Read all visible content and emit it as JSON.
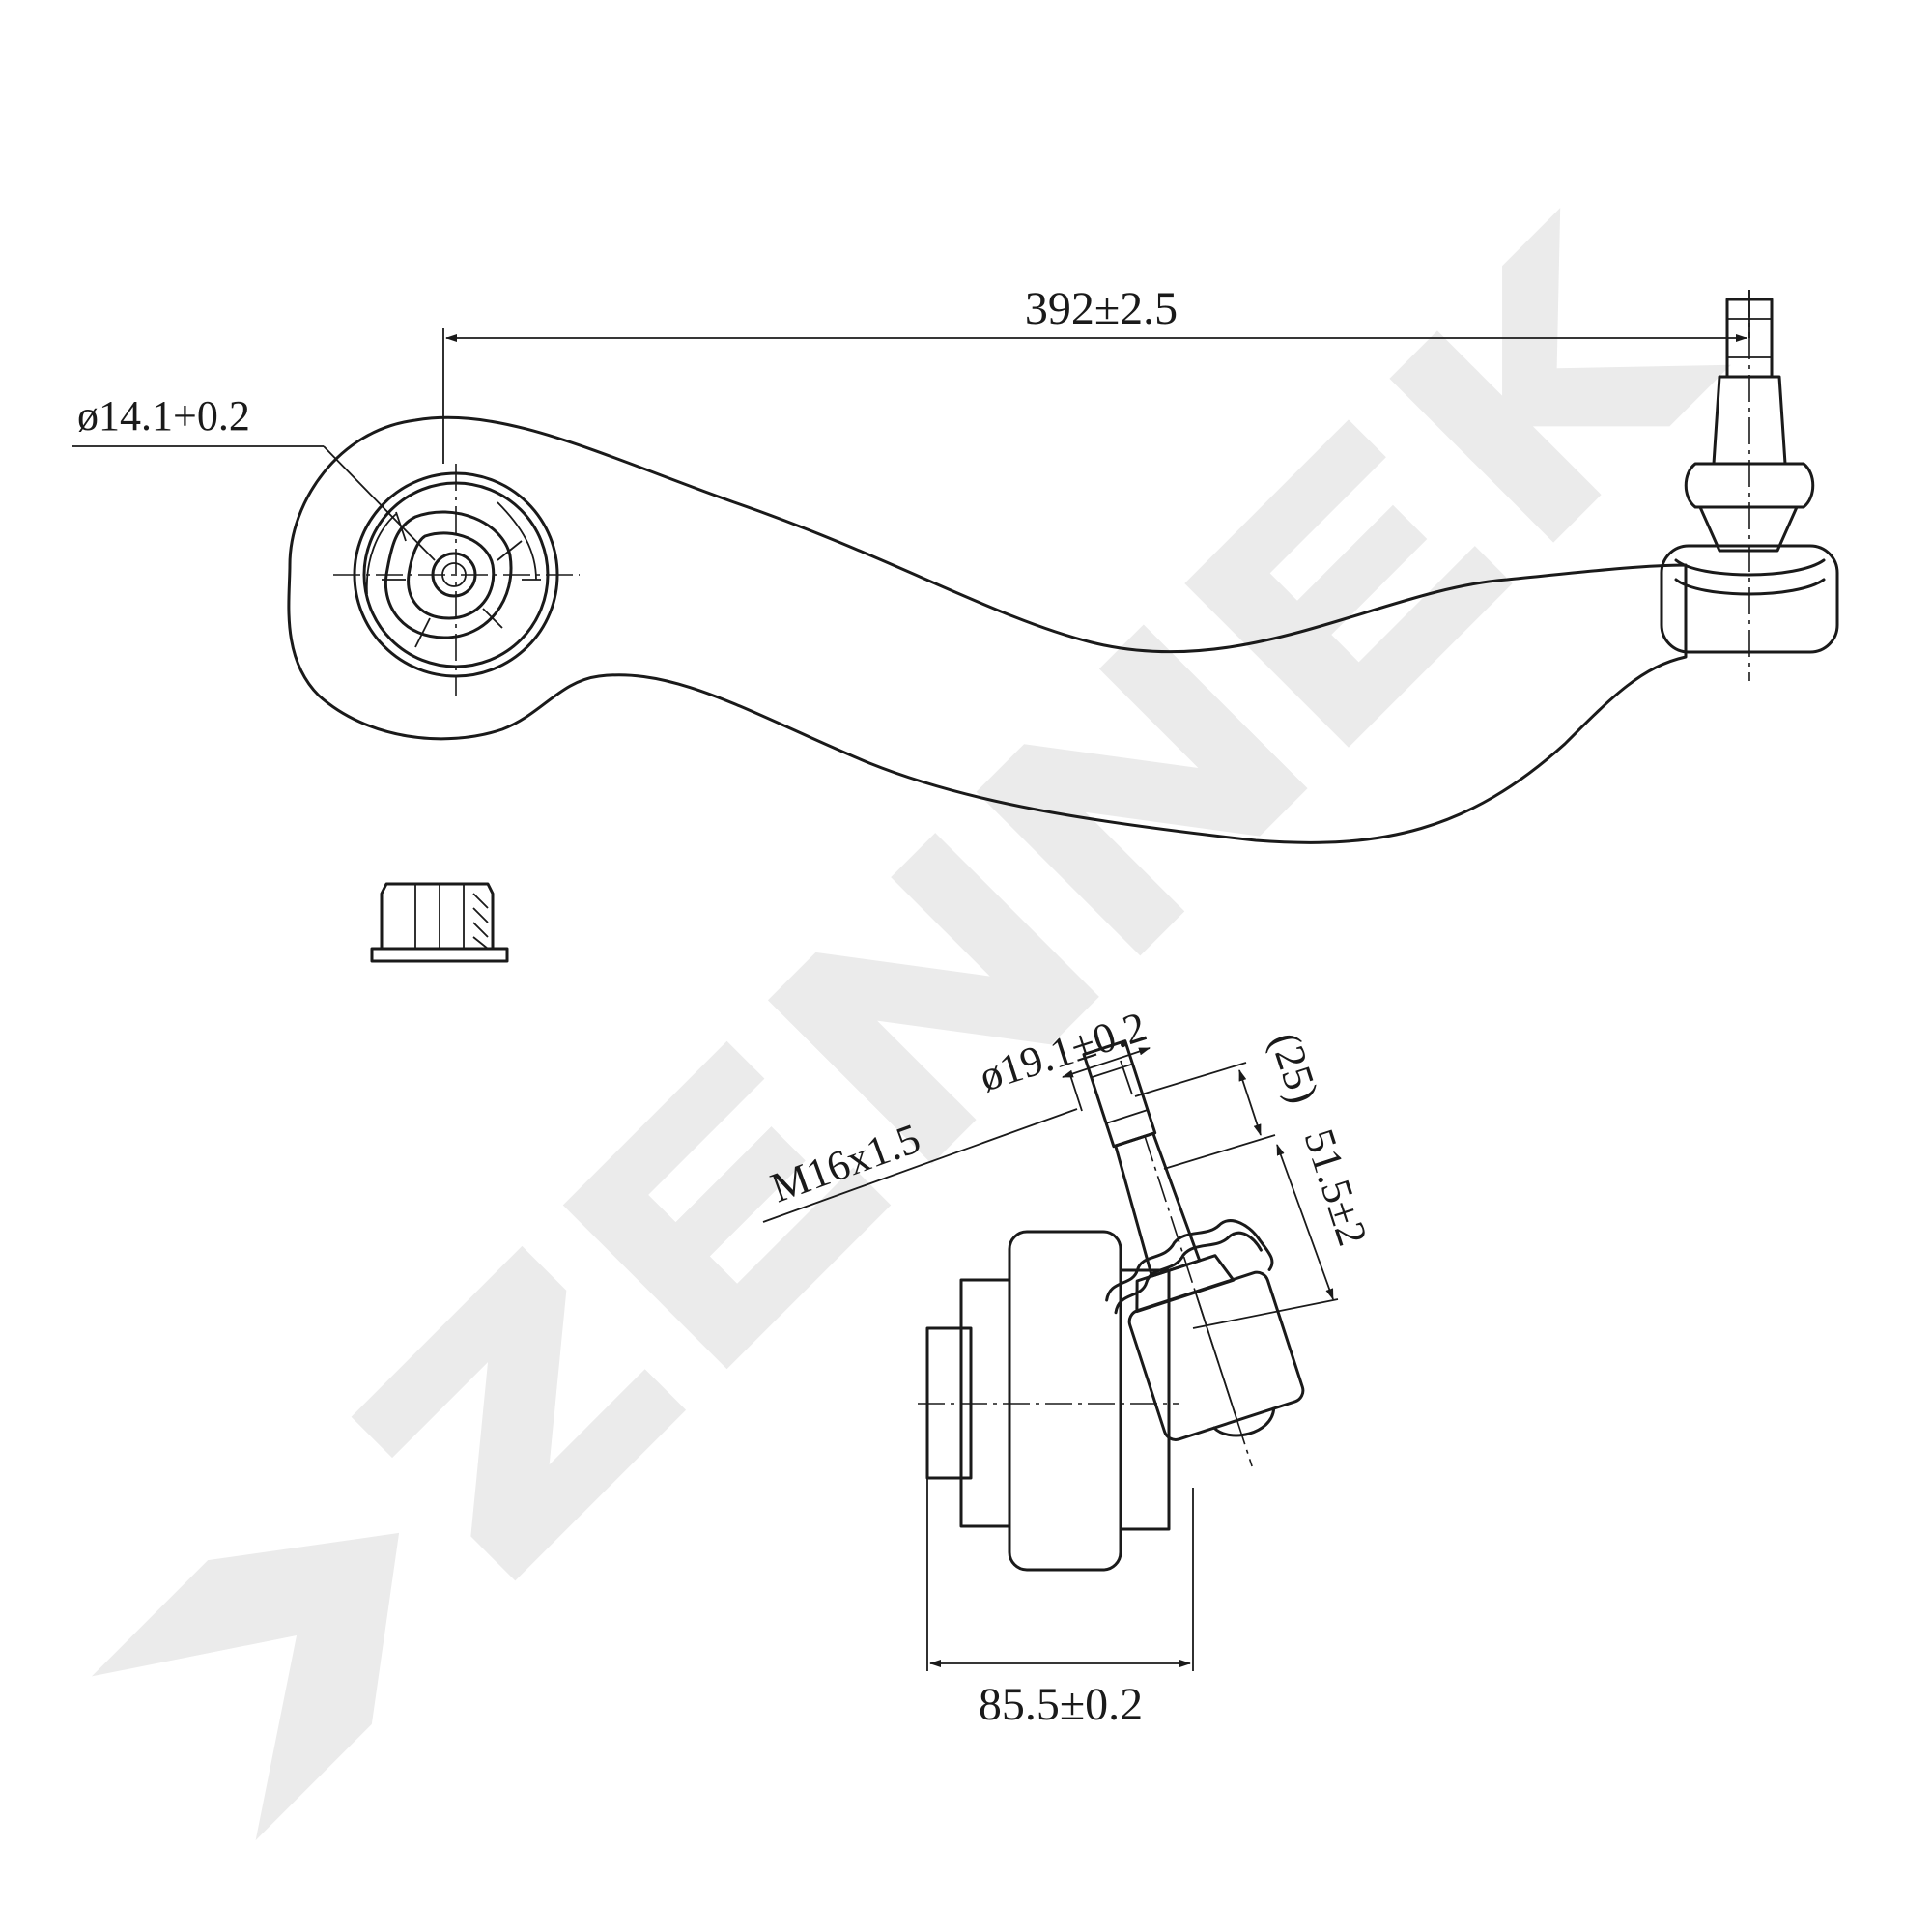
{
  "watermark": {
    "text": "ZENNEK",
    "color": "#ebebeb"
  },
  "dimensions": {
    "overall_length": "392±2.5",
    "bushing_bore": "ø14.1+0.2",
    "ball_stud_diameter": "ø19.1±0.2",
    "thread": "M16x1.5",
    "taper_length": "(25)",
    "stud_height": "51.5±2",
    "bushing_width": "85.5±0.2"
  },
  "colors": {
    "line": "#1a1a1a",
    "background": "#ffffff"
  }
}
